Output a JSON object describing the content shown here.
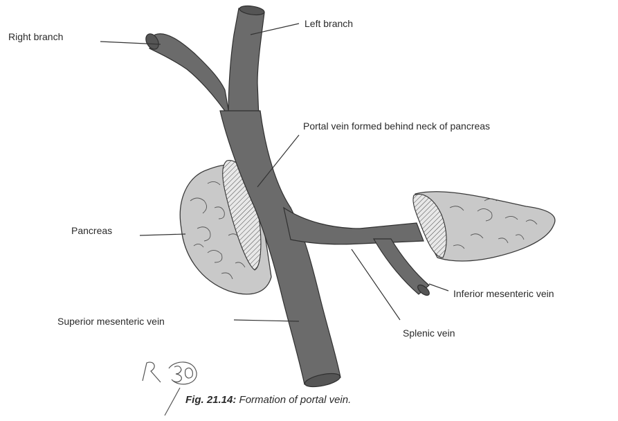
{
  "labels": {
    "right_branch": "Right branch",
    "left_branch": "Left branch",
    "portal_vein": "Portal vein formed behind neck of pancreas",
    "pancreas": "Pancreas",
    "inferior_mesenteric": "Inferior mesenteric vein",
    "superior_mesenteric": "Superior mesenteric vein",
    "splenic": "Splenic vein"
  },
  "caption": {
    "prefix": "Fig. 21.14:",
    "text": " Formation of portal vein."
  },
  "annotation": {
    "handwritten": "R 30"
  },
  "colors": {
    "vein": "#6b6b6b",
    "gland": "#c9c9c9",
    "text": "#2a2a2a"
  }
}
